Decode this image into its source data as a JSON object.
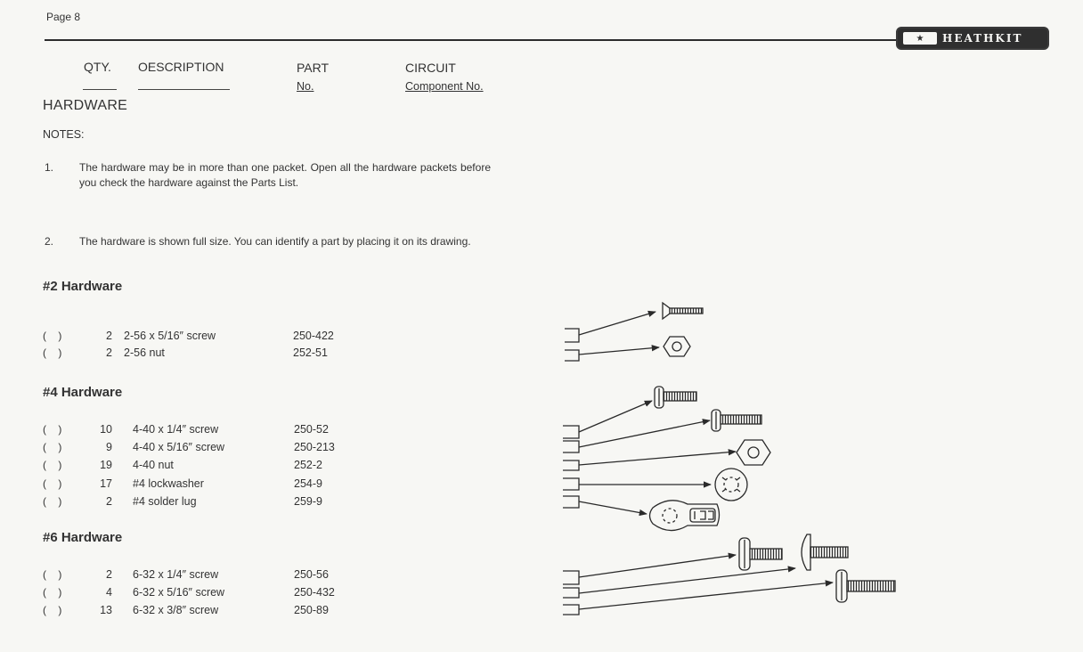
{
  "page": {
    "label": "Page 8",
    "brand": "HEATHKIT"
  },
  "columns": {
    "qty": "QTY.",
    "description": "OESCRIPTION",
    "part": "PART",
    "part_sub": "No.",
    "circuit": "CIRCUIT",
    "circuit_sub": "Component No."
  },
  "section_title": "HARDWARE",
  "notes": {
    "label": "NOTES:",
    "items": [
      {
        "num": "1.",
        "text": "The hardware may be in more than one packet. Open all the hardware packets before you check the hardware against the Parts List."
      },
      {
        "num": "2.",
        "text": "The hardware is shown full size. You can identify a part by placing it on its drawing."
      }
    ]
  },
  "groups": [
    {
      "title": "#2 Hardware",
      "rows": [
        {
          "check": "( )",
          "qty": "2",
          "desc": "2-56 x 5/16″ screw",
          "part": "250-422"
        },
        {
          "check": "( )",
          "qty": "2",
          "desc": "2-56 nut",
          "part": "252-51"
        }
      ]
    },
    {
      "title": "#4 Hardware",
      "rows": [
        {
          "check": "( )",
          "qty": "10",
          "desc": "4-40 x 1/4″ screw",
          "part": "250-52"
        },
        {
          "check": "( )",
          "qty": "9",
          "desc": "4-40 x 5/16″ screw",
          "part": "250-213"
        },
        {
          "check": "( )",
          "qty": "19",
          "desc": "4-40 nut",
          "part": "252-2"
        },
        {
          "check": "( )",
          "qty": "17",
          "desc": "#4 lockwasher",
          "part": "254-9"
        },
        {
          "check": "( )",
          "qty": "2",
          "desc": "#4 solder lug",
          "part": "259-9"
        }
      ]
    },
    {
      "title": "#6 Hardware",
      "rows": [
        {
          "check": "( )",
          "qty": "2",
          "desc": "6-32 x 1/4″ screw",
          "part": "250-56"
        },
        {
          "check": "( )",
          "qty": "4",
          "desc": "6-32 x 5/16″ screw",
          "part": "250-432"
        },
        {
          "check": "( )",
          "qty": "13",
          "desc": "6-32 x 3/8″ screw",
          "part": "250-89"
        }
      ]
    }
  ],
  "drawings": {
    "icons": [
      "flat-head-screw-icon",
      "hex-nut-icon",
      "pan-head-screw-icon",
      "lockwasher-icon",
      "solder-lug-icon",
      "truss-head-screw-icon"
    ],
    "ink_color": "#2a2a2a"
  }
}
